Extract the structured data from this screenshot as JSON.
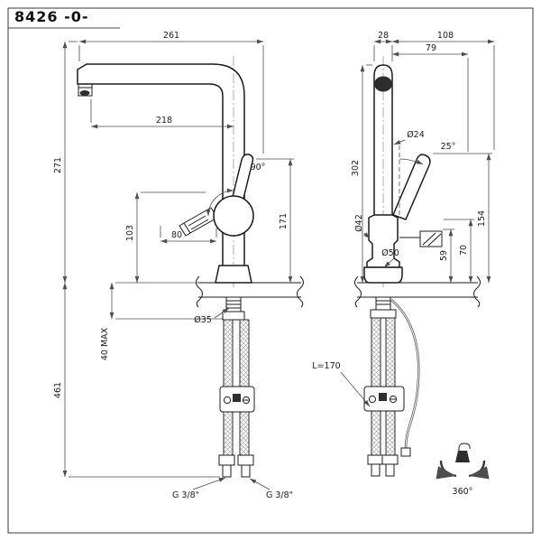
{
  "title": "8426 -0-",
  "side_view": {
    "dims": {
      "overall_reach": "261",
      "spout_reach": "218",
      "height_to_spout": "271",
      "outlet_height": "103",
      "outlet_offset": "80",
      "handle_height": "171",
      "spout_angle": "90°",
      "hose_drop": "461",
      "deck_thickness": "40 MAX",
      "hole_dia": "Ø35",
      "conn_left": "G 3/8\"",
      "conn_right": "G 3/8\""
    }
  },
  "front_view": {
    "dims": {
      "top_width": "28",
      "top_offset": "108",
      "handle_reach": "79",
      "body_height": "302",
      "column_dia": "Ø24",
      "handle_angle": "25°",
      "handle_tip_height": "154",
      "outlet_upper_height": "70",
      "outlet_lower_height": "59",
      "body_dia": "Ø42",
      "base_dia": "Ø50",
      "hose_length": "L=170",
      "swivel": "360°"
    }
  },
  "colors": {
    "line": "#1c1c1c",
    "dim": "#4d4d4d",
    "background": "#ffffff"
  }
}
